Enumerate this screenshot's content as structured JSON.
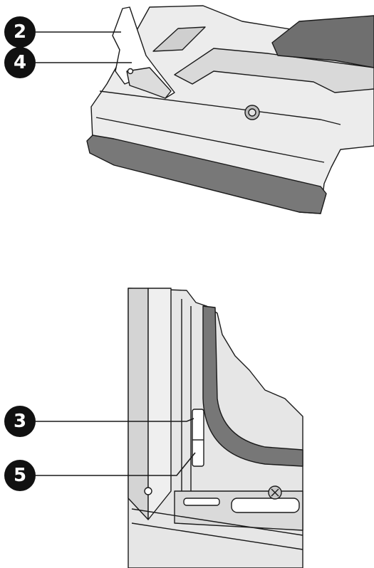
{
  "colors": {
    "part_light": "#e9e9e9",
    "part_mid": "#cfcfcf",
    "part_dark": "#707070",
    "line": "#1a1a1a",
    "callout_fill": "#111111",
    "callout_text": "#ffffff"
  },
  "top_view": {
    "callouts": [
      {
        "id": "latch-hinge-arm",
        "label": "2"
      },
      {
        "id": "latch-slot",
        "label": "4"
      }
    ]
  },
  "bottom_view": {
    "callouts": [
      {
        "id": "hinge-receiver-upper",
        "label": "3"
      },
      {
        "id": "hinge-receiver-lower",
        "label": "5"
      }
    ]
  }
}
